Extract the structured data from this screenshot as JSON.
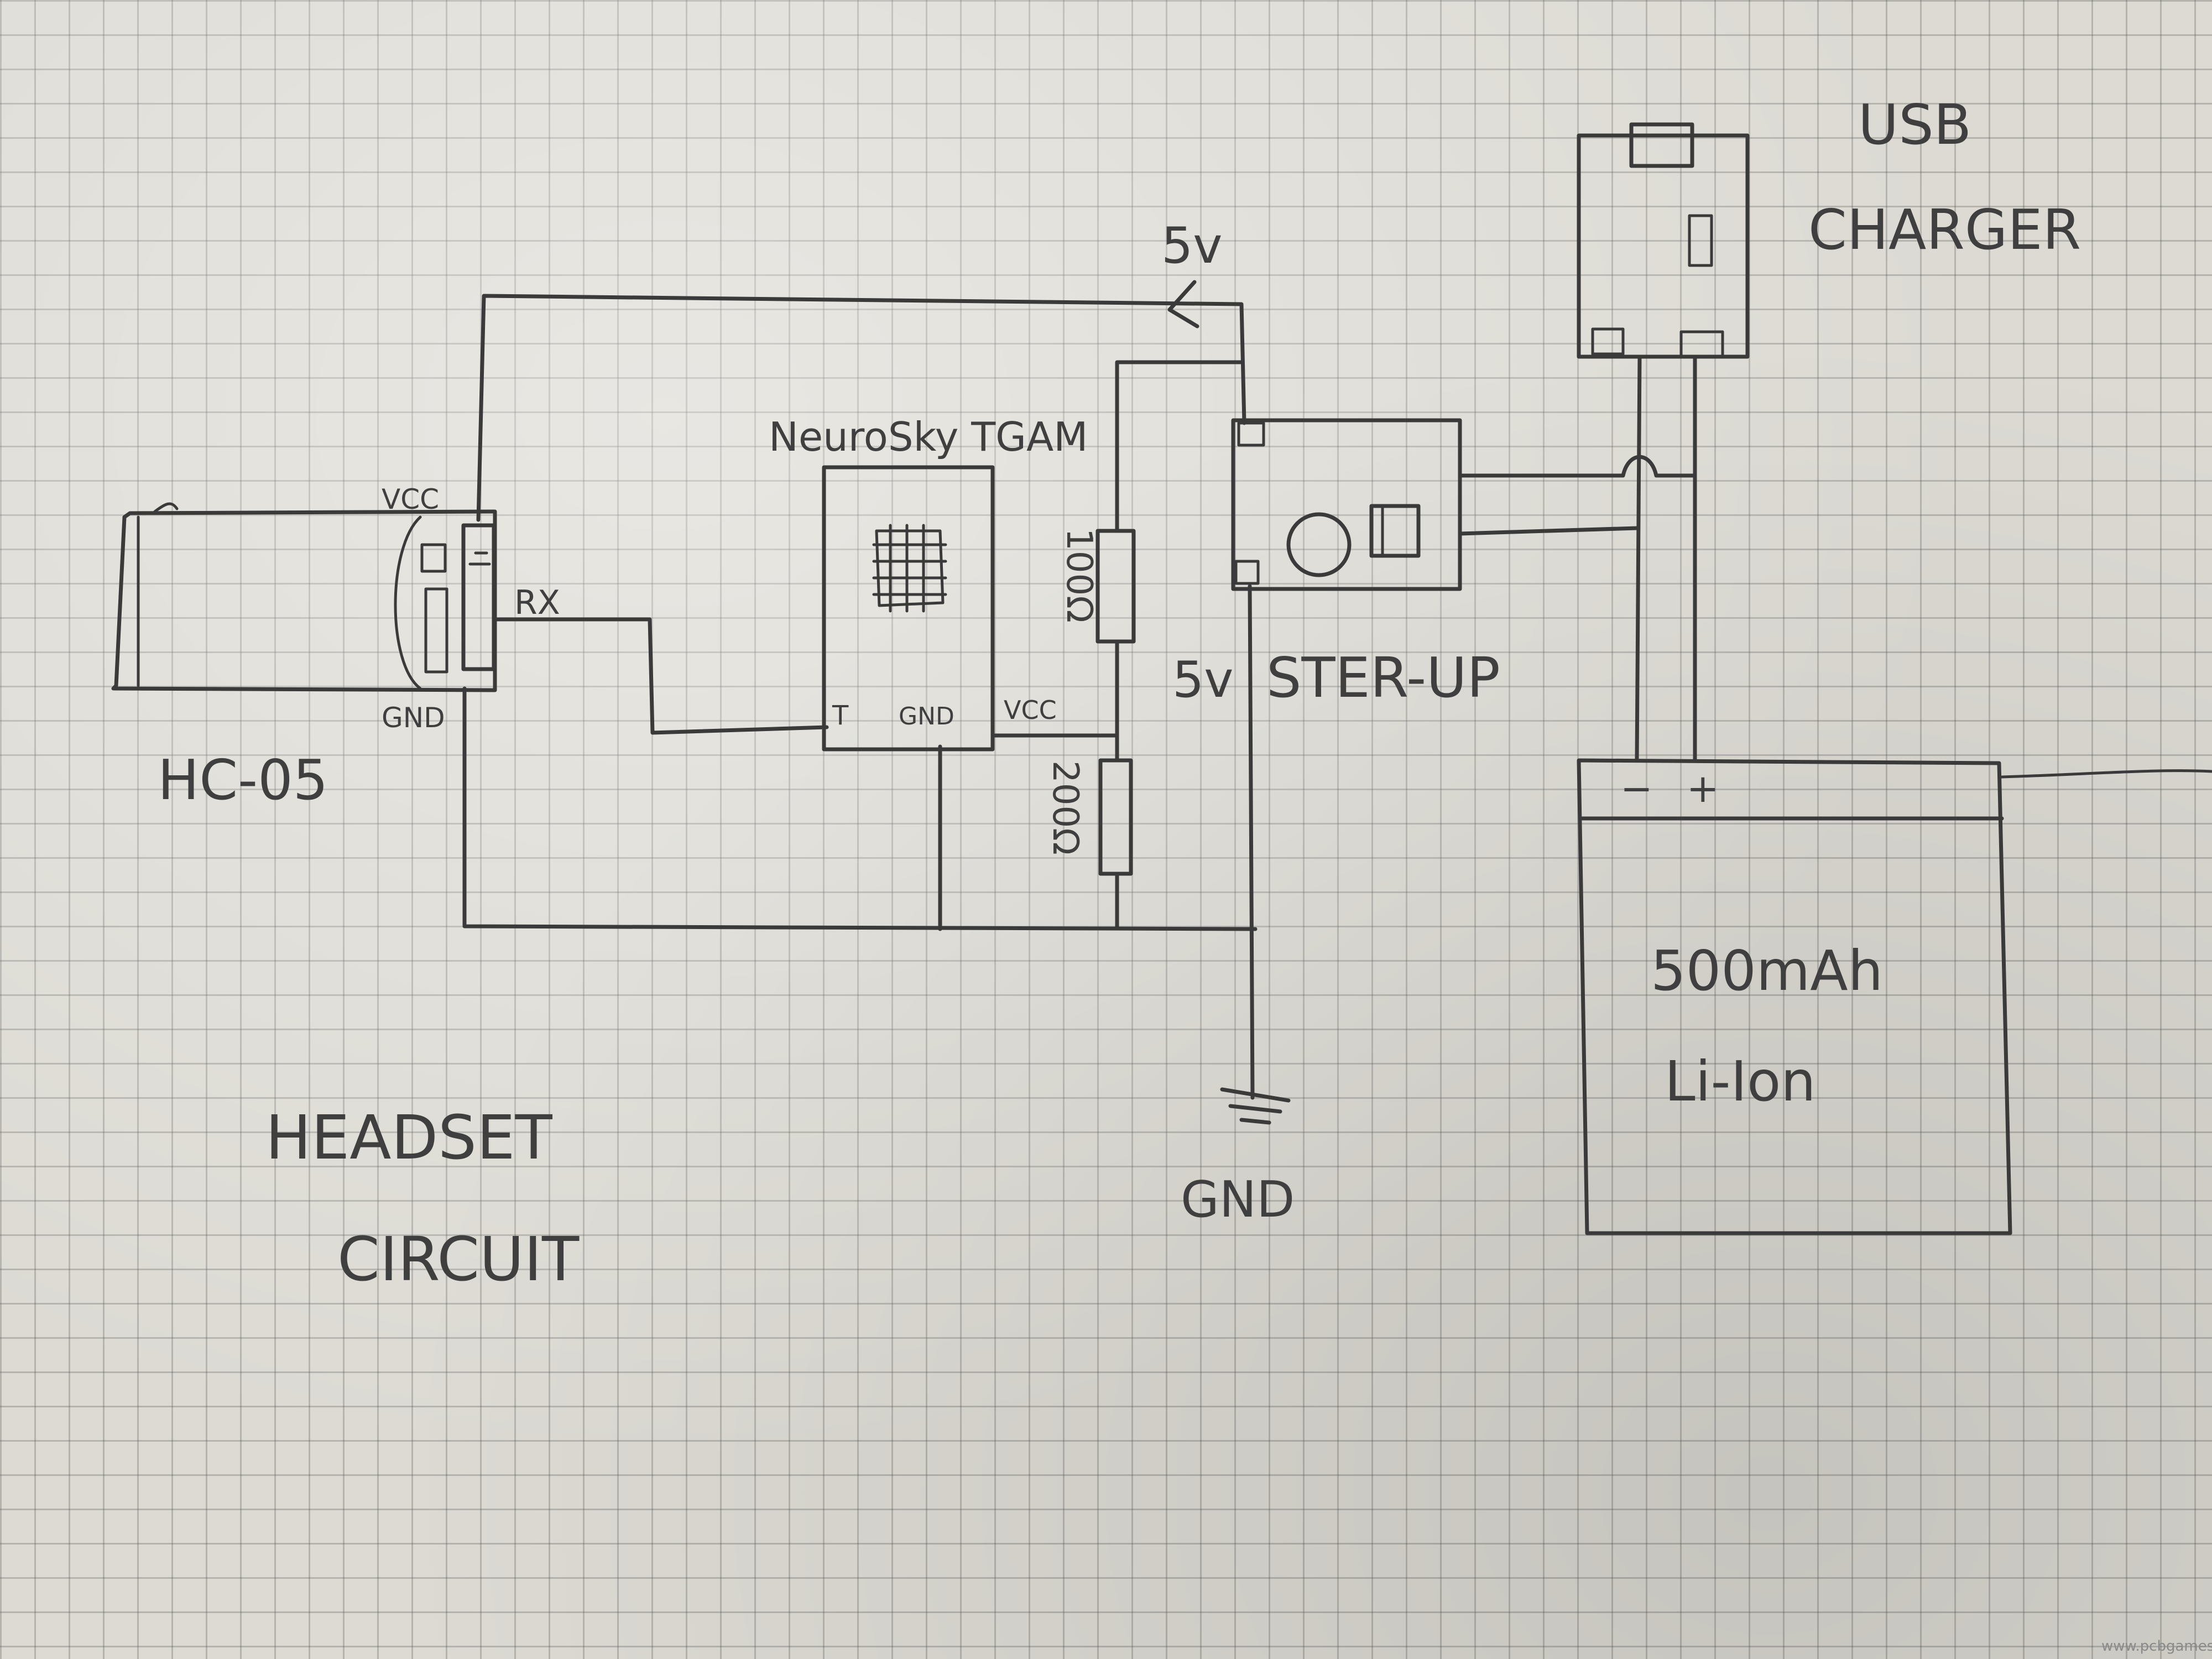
{
  "labels": {
    "hc05_vcc": "VCC",
    "hc05_rx": "RX",
    "hc05_gnd": "GND",
    "hc05_name": "HC-05",
    "tgam_name": "NeuroSky TGAM",
    "tgam_t": "T",
    "tgam_gnd": "GND",
    "tgam_vcc": "VCC",
    "resistor_top": "100Ω",
    "resistor_bottom": "200Ω",
    "supply_5v": "5v",
    "stepup_5v": "5v",
    "stepup_name": "STER-UP",
    "usb_line1": "USB",
    "usb_line2": "CHARGER",
    "battery_minus": "−",
    "battery_plus": "+",
    "battery_capacity": "500mAh",
    "battery_type": "Li-Ion",
    "ground_label": "GND",
    "headset_line1": "HEADSET",
    "headset_line2": "CIRCUIT",
    "watermark": "www.pcbgames.com"
  },
  "colors": {
    "paper": "#dcdad3",
    "ink": "#3a3a3a",
    "grid": "#8a8a8a"
  }
}
